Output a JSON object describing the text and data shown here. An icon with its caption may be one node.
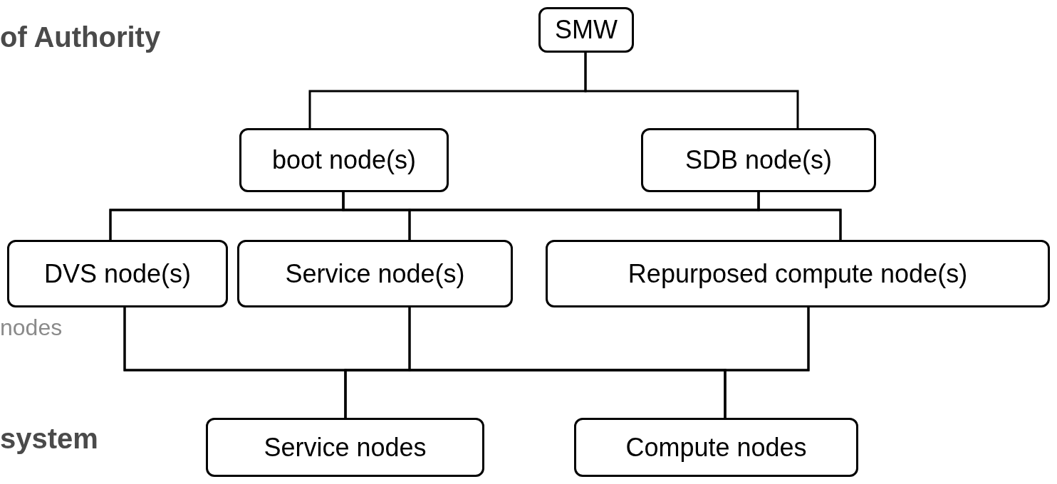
{
  "diagram": {
    "nodes": [
      {
        "text": [
          "SMW"
        ]
      },
      {
        "text": [
          "boot node(s)"
        ]
      },
      {
        "text": [
          "SDB node(s)"
        ]
      },
      {
        "text": [
          "DVS node(s)"
        ]
      },
      {
        "text": [
          "Service node(s)"
        ]
      },
      {
        "text": [
          "Repurposed compute node(s)"
        ]
      },
      {
        "text": [
          "Service nodes"
        ]
      },
      {
        "text": [
          "Compute nodes"
        ]
      }
    ],
    "edges": [
      {
        "from": 0,
        "to": 1,
        "arrow": "none"
      },
      {
        "from": 0,
        "to": 2,
        "arrow": "none"
      },
      {
        "from": 1,
        "to": 3,
        "arrow": "none"
      },
      {
        "from": 1,
        "to": 4,
        "arrow": "none"
      },
      {
        "from": 1,
        "to": 5,
        "arrow": "none"
      },
      {
        "from": 2,
        "to": 3,
        "arrow": "none"
      },
      {
        "from": 2,
        "to": 4,
        "arrow": "none"
      },
      {
        "from": 2,
        "to": 5,
        "arrow": "none"
      },
      {
        "from": 3,
        "to": 6,
        "arrow": "none"
      },
      {
        "from": 3,
        "to": 7,
        "arrow": "none"
      },
      {
        "from": 4,
        "to": 6,
        "arrow": "none"
      },
      {
        "from": 4,
        "to": 7,
        "arrow": "none"
      },
      {
        "from": 5,
        "to": 6,
        "arrow": "none"
      },
      {
        "from": 5,
        "to": 7,
        "arrow": "none"
      }
    ],
    "labels": [
      "of Authority",
      "nodes",
      "system"
    ]
  }
}
